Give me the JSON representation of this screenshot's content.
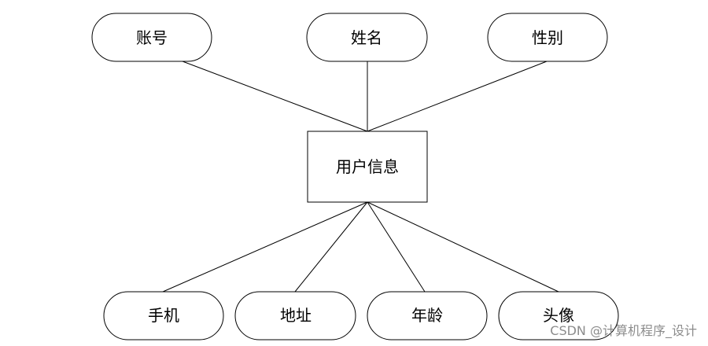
{
  "diagram": {
    "entity": "用户信息",
    "attributes_top": [
      "账号",
      "姓名",
      "性别"
    ],
    "attributes_bottom": [
      "手机",
      "地址",
      "年龄",
      "头像"
    ]
  },
  "watermark": "CSDN @计算机程序_设计",
  "colors": {
    "stroke": "#000000",
    "background": "#ffffff",
    "watermark": "#8c8c8c"
  }
}
